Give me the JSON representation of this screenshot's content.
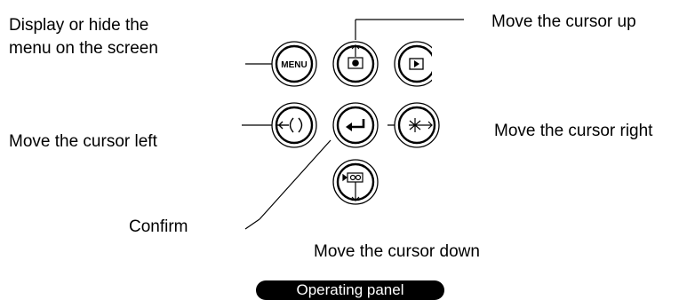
{
  "labels": {
    "display_line1": "Display or hide the",
    "display_line2": "menu on the screen",
    "up": "Move the cursor up",
    "left": "Move the cursor left",
    "right": "Move the cursor right",
    "confirm": "Confirm",
    "down": "Move the cursor down"
  },
  "panel_label": "Operating panel",
  "buttons": {
    "menu": "MENU"
  },
  "icons": {
    "menu_button": "menu-text-icon",
    "up_button": "camera-up-arrow-icon",
    "playback_button": "play-triangle-icon",
    "left_button": "bracket-left-arrow-icon",
    "confirm_button": "enter-return-icon",
    "right_button": "snowflake-right-arrow-icon",
    "down_button": "video-down-arrow-icon"
  }
}
